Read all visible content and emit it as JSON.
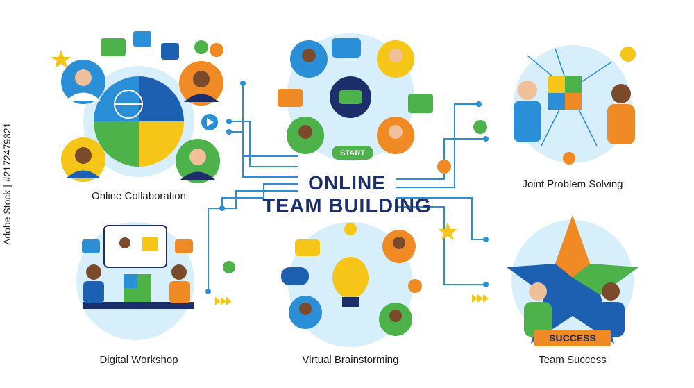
{
  "title": {
    "line1": "ONLINE",
    "line2": "TEAM BUILDING"
  },
  "sections": [
    {
      "id": "online-collaboration",
      "label": "Online Collaboration"
    },
    {
      "id": "virtual-meeting",
      "label": ""
    },
    {
      "id": "joint-problem-solving",
      "label": "Joint Problem Solving"
    },
    {
      "id": "digital-workshop",
      "label": "Digital Workshop"
    },
    {
      "id": "virtual-brainstorming",
      "label": "Virtual Brainstorming"
    },
    {
      "id": "team-success",
      "label": "Team Success"
    }
  ],
  "start_button": "START",
  "success_banner": "SUCCESS",
  "stock_text": "Adobe Stock | #2172479321",
  "colors": {
    "navy": "#1d2f6a",
    "blue": "#2a8fd6",
    "light_blue": "#d7eefb",
    "orange": "#f08a24",
    "green": "#4db24a",
    "yellow": "#f5c518",
    "teal": "#22a7b4"
  }
}
